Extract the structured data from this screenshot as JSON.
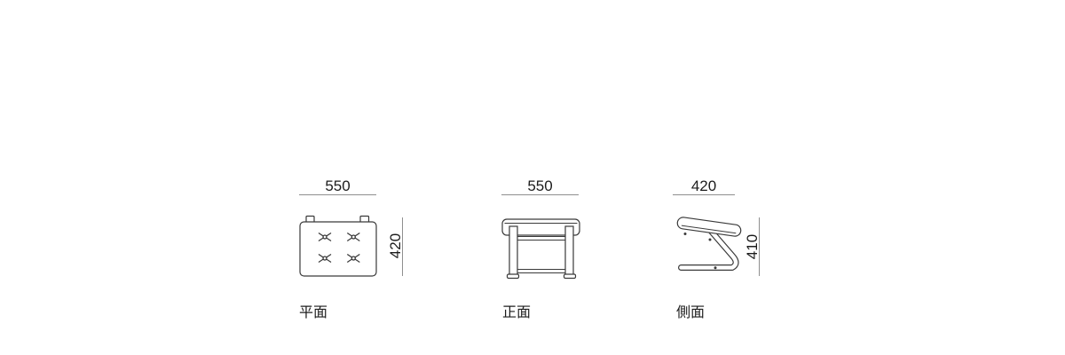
{
  "colors": {
    "background": "#ffffff",
    "drawing_line": "#3a3a3a",
    "dimension_line": "#8f8f8f",
    "text": "#1c1c1c"
  },
  "views": [
    {
      "name": "plan",
      "label": "平面",
      "width_dim": "550",
      "depth_dim": "420"
    },
    {
      "name": "front",
      "label": "正面",
      "width_dim": "550"
    },
    {
      "name": "side",
      "label": "側面",
      "depth_dim": "420",
      "height_dim": "410"
    }
  ]
}
